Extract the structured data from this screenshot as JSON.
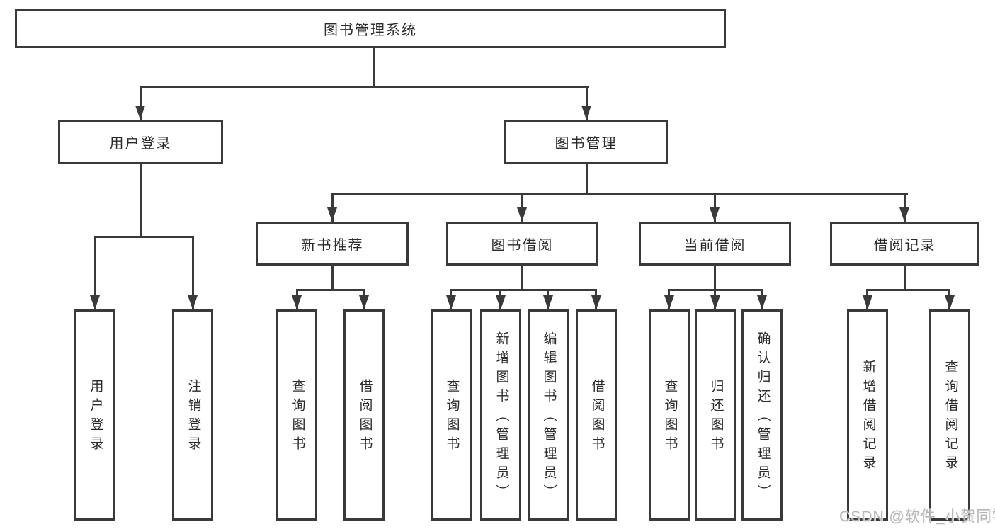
{
  "tree": {
    "label": "图书管理系统",
    "children": [
      {
        "label": "用户登录",
        "children": [
          {
            "label": "用户登录"
          },
          {
            "label": "注销登录"
          }
        ]
      },
      {
        "label": "图书管理",
        "children": [
          {
            "label": "新书推荐",
            "children": [
              {
                "label": "查询图书"
              },
              {
                "label": "借阅图书"
              }
            ]
          },
          {
            "label": "图书借阅",
            "children": [
              {
                "label": "查询图书"
              },
              {
                "label": "新增图书（管理员）"
              },
              {
                "label": "编辑图书（管理员）"
              },
              {
                "label": "借阅图书"
              }
            ]
          },
          {
            "label": "当前借阅",
            "children": [
              {
                "label": "查询图书"
              },
              {
                "label": "归还图书"
              },
              {
                "label": "确认归还（管理员）"
              }
            ]
          },
          {
            "label": "借阅记录",
            "children": [
              {
                "label": "新增借阅记录"
              },
              {
                "label": "查询借阅记录"
              }
            ]
          }
        ]
      }
    ]
  },
  "watermark": {
    "text": "CSDN @软件_小贺同学"
  },
  "colors": {
    "line": "#3a3a3a",
    "box_border": "#3a3a3a",
    "box_fill": "#ffffff",
    "text": "#2b2b2b",
    "background": "#ffffff",
    "watermark": "#b5b5b5"
  }
}
